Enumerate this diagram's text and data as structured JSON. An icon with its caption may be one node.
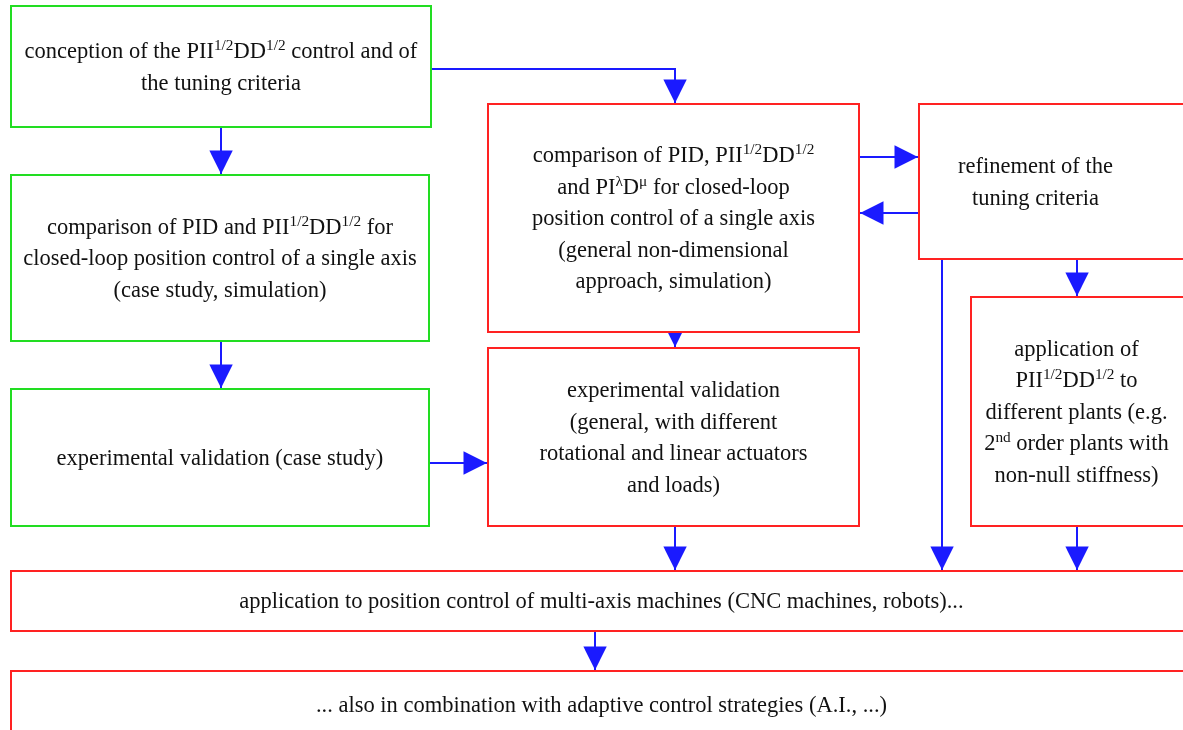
{
  "diagram": {
    "nodes": [
      {
        "text": [
          "conception of the PII$^{1/2}$DD$^{1/2}$ control and of the tuning criteria"
        ]
      },
      {
        "text": [
          "comparison of PID and PII$^{1/2}$DD$^{1/2}$ for closed-loop position control of a single axis (case study, simulation)"
        ]
      },
      {
        "text": [
          "experimental validation (case study)"
        ]
      },
      {
        "text": [
          "comparison of PID, PII$^{1/2}$DD$^{1/2}$ and PI$^{λ}$D$^{μ}$ for closed-loop position control of a single axis (general non-dimensional approach, simulation)"
        ]
      },
      {
        "text": [
          "refinement of the tuning criteria"
        ]
      },
      {
        "text": [
          "experimental validation (general, with different rotational and linear actuators and loads)"
        ]
      },
      {
        "text": [
          "application of PII$^{1/2}$DD$^{1/2}$ to different plants (e.g. 2$^{nd}$ order plants with non-null stiffness)"
        ]
      },
      {
        "text": [
          "application to position control of multi-axis machines (CNC machines, robots)..."
        ]
      },
      {
        "text": [
          "... also in combination with adaptive control strategies (A.I., ...)"
        ]
      }
    ],
    "edges": [
      {
        "from": 0,
        "to": 1,
        "arrow": "to"
      },
      {
        "from": 0,
        "to": 3,
        "arrow": "to"
      },
      {
        "from": 1,
        "to": 2,
        "arrow": "to"
      },
      {
        "from": 3,
        "to": 4,
        "arrow": "to"
      },
      {
        "from": 4,
        "to": 3,
        "arrow": "to"
      },
      {
        "from": 3,
        "to": 5,
        "arrow": "to"
      },
      {
        "from": 2,
        "to": 5,
        "arrow": "to"
      },
      {
        "from": 4,
        "to": 7,
        "arrow": "to"
      },
      {
        "from": 4,
        "to": 6,
        "arrow": "to"
      },
      {
        "from": 5,
        "to": 7,
        "arrow": "to"
      },
      {
        "from": 6,
        "to": 7,
        "arrow": "to"
      },
      {
        "from": 7,
        "to": 8,
        "arrow": "to"
      }
    ]
  }
}
